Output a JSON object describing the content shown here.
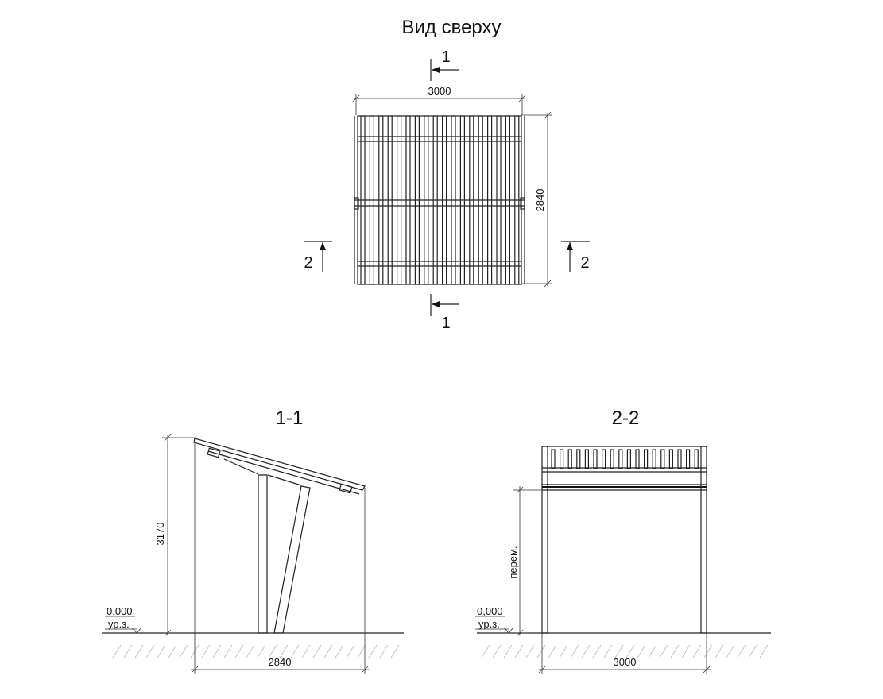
{
  "top_view": {
    "title": "Вид сверху",
    "dim_width": "3000",
    "dim_depth": "2840",
    "section_1_label": "1",
    "section_2_label": "2"
  },
  "section_1": {
    "title": "1-1",
    "dim_height": "3170",
    "dim_base": "2840",
    "level_value": "0,000",
    "level_label": "ур.з."
  },
  "section_2": {
    "title": "2-2",
    "dim_height": "перем.",
    "dim_base": "3000",
    "level_value": "0,000",
    "level_label": "ур.з."
  }
}
